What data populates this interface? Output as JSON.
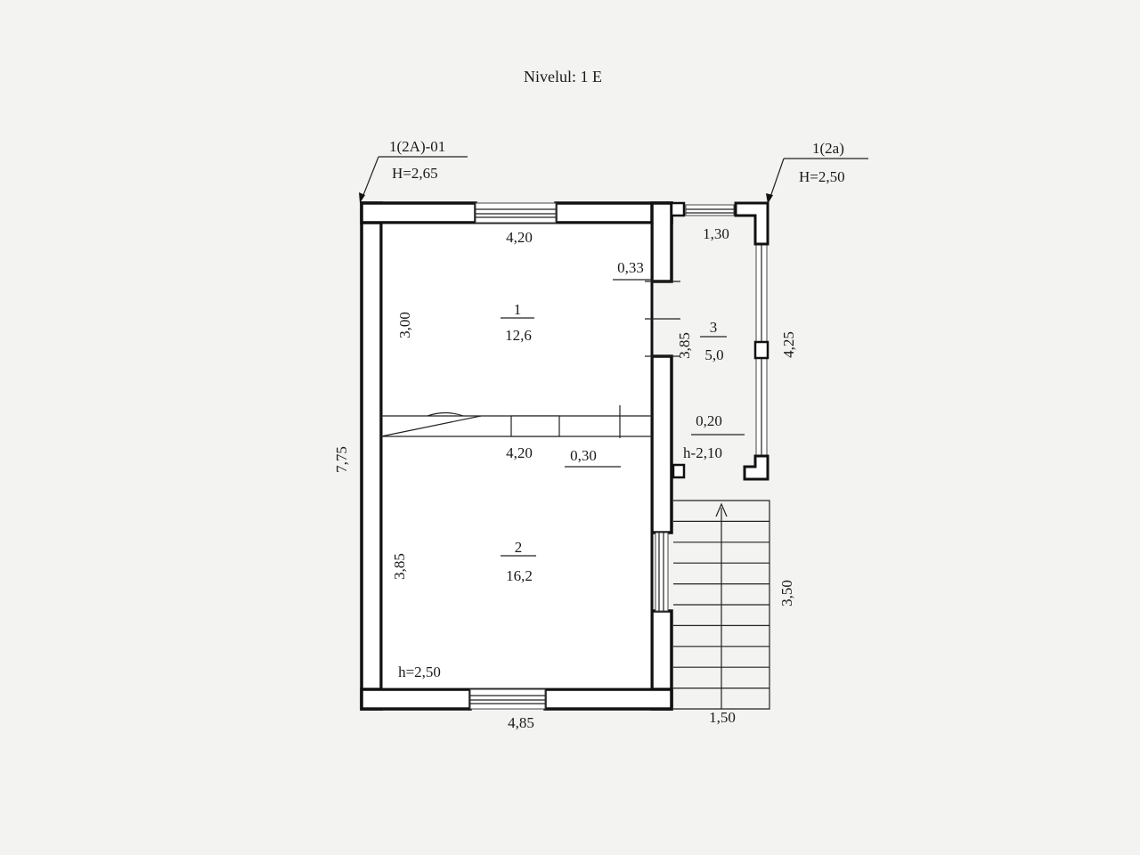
{
  "title": "Nivelul: 1 E",
  "callouts": {
    "left": {
      "code": "1(2A)-01",
      "height": "H=2,65"
    },
    "right": {
      "code": "1(2a)",
      "height": "H=2,50"
    }
  },
  "rooms": [
    {
      "number": "1",
      "area": "12,6"
    },
    {
      "number": "2",
      "area": "16,2"
    },
    {
      "number": "3",
      "area": "5,0"
    }
  ],
  "dimensions": {
    "top_room1_width": "4,20",
    "terrace_width": "1,30",
    "partition_thickness": "0,33",
    "room1_height": "3,00",
    "terrace_room_height": "3,85",
    "terrace_side": "4,25",
    "mid_width": "4,20",
    "mid_wall": "0,30",
    "door_wall": "0,20",
    "door_height": "h-2,10",
    "overall_height": "7,75",
    "room2_height": "3,85",
    "ceiling_height": "h=2,50",
    "bottom_width": "4,85",
    "stair_length": "3,50",
    "stair_width": "1,50"
  }
}
